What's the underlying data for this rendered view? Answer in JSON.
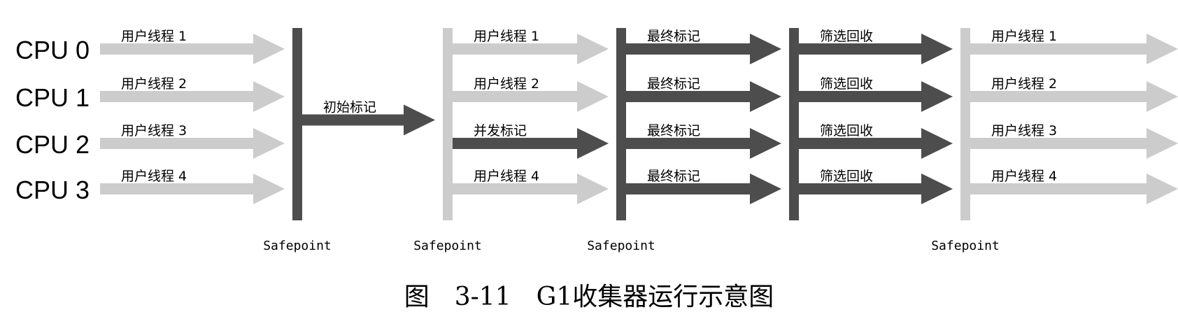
{
  "colors": {
    "light": "#cccccc",
    "dark": "#4d4d4d",
    "text": "#000000"
  },
  "cpus": [
    "CPU 0",
    "CPU 1",
    "CPU 2",
    "CPU 3"
  ],
  "stages": [
    {
      "segments": [
        {
          "label": "用户线程 1",
          "lane": 0,
          "style": "light"
        },
        {
          "label": "用户线程 2",
          "lane": 1,
          "style": "light"
        },
        {
          "label": "用户线程 3",
          "lane": 2,
          "style": "light"
        },
        {
          "label": "用户线程 4",
          "lane": 3,
          "style": "light"
        }
      ],
      "safepoint": {
        "label": "Safepoint",
        "style": "dark"
      }
    },
    {
      "segments": [
        {
          "label": "初始标记",
          "lane": 1.5,
          "style": "dark"
        }
      ],
      "safepoint": {
        "label": "Safepoint",
        "style": "light"
      }
    },
    {
      "segments": [
        {
          "label": "用户线程 1",
          "lane": 0,
          "style": "light"
        },
        {
          "label": "用户线程 2",
          "lane": 1,
          "style": "light"
        },
        {
          "label": "并发标记",
          "lane": 2,
          "style": "dark"
        },
        {
          "label": "用户线程 4",
          "lane": 3,
          "style": "light"
        }
      ],
      "safepoint": {
        "label": "Safepoint",
        "style": "dark"
      }
    },
    {
      "segments": [
        {
          "label": "最终标记",
          "lane": 0,
          "style": "dark"
        },
        {
          "label": "最终标记",
          "lane": 1,
          "style": "dark"
        },
        {
          "label": "最终标记",
          "lane": 2,
          "style": "dark"
        },
        {
          "label": "最终标记",
          "lane": 3,
          "style": "dark"
        }
      ],
      "safepoint": {
        "label": "",
        "style": "dark"
      }
    },
    {
      "segments": [
        {
          "label": "筛选回收",
          "lane": 0,
          "style": "dark"
        },
        {
          "label": "筛选回收",
          "lane": 1,
          "style": "dark"
        },
        {
          "label": "筛选回收",
          "lane": 2,
          "style": "dark"
        },
        {
          "label": "筛选回收",
          "lane": 3,
          "style": "dark"
        }
      ],
      "safepoint": {
        "label": "Safepoint",
        "style": "light"
      }
    },
    {
      "segments": [
        {
          "label": "用户线程 1",
          "lane": 0,
          "style": "light"
        },
        {
          "label": "用户线程 2",
          "lane": 1,
          "style": "light"
        },
        {
          "label": "用户线程 3",
          "lane": 2,
          "style": "light"
        },
        {
          "label": "用户线程 4",
          "lane": 3,
          "style": "light"
        }
      ],
      "safepoint": null
    }
  ],
  "caption": "图　3-11　G1收集器运行示意图"
}
